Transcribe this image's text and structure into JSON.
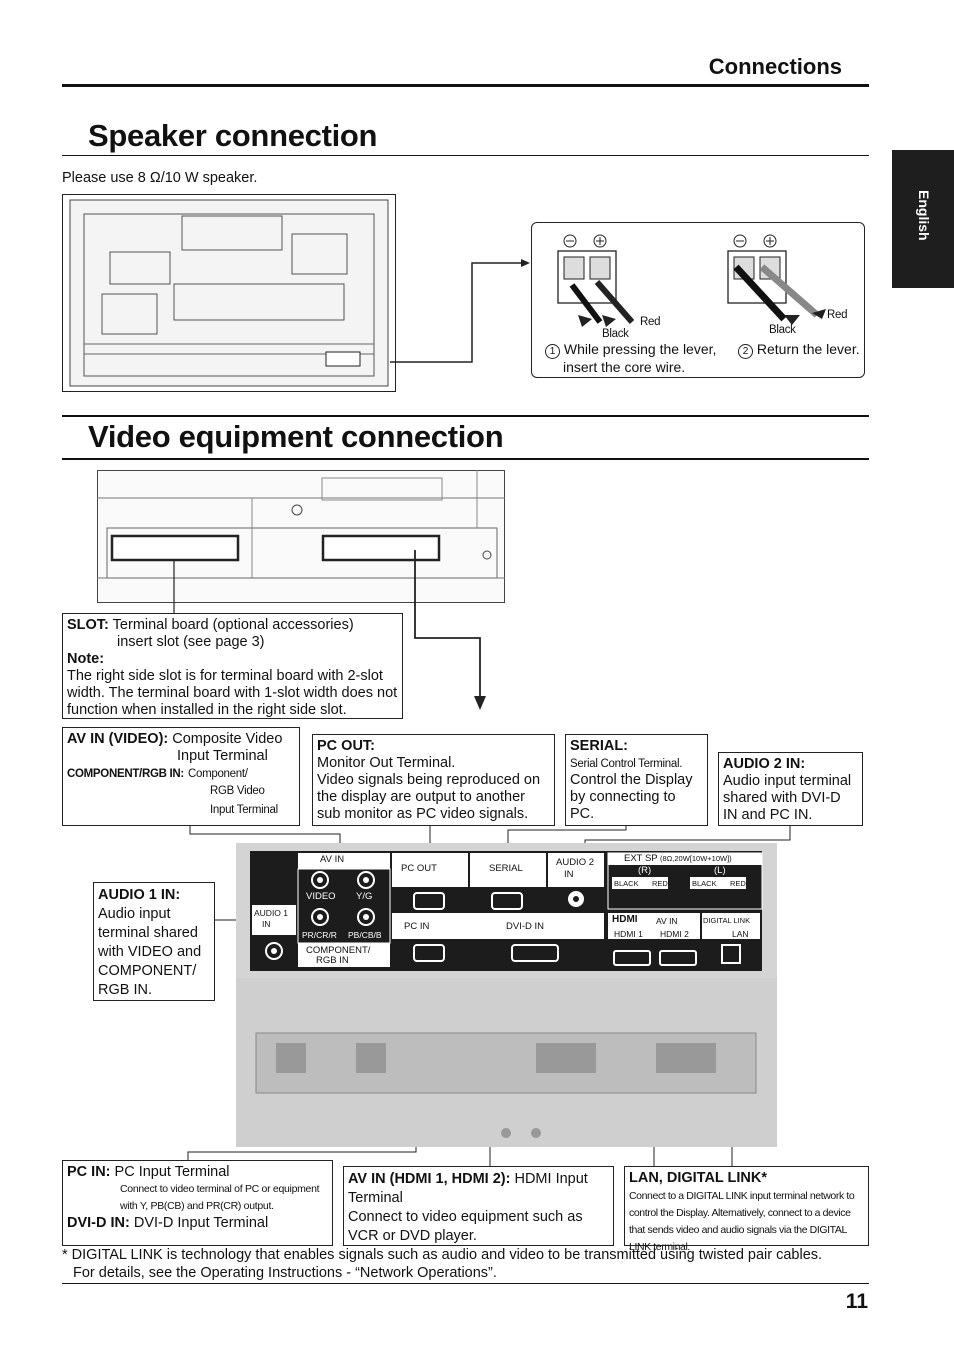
{
  "header": {
    "section": "Connections",
    "page_number": "11",
    "language_tab": "English"
  },
  "speaker": {
    "title": "Speaker connection",
    "note": "Please use 8 Ω/10 W speaker.",
    "red": "Red",
    "black": "Black",
    "step1_num": "1",
    "step1_line1": "While pressing the lever,",
    "step1_line2": "insert the core wire.",
    "step2_num": "2",
    "step2_text": "Return the lever."
  },
  "video": {
    "title": "Video equipment connection",
    "slot": {
      "label": "SLOT:",
      "line1": "Terminal board (optional accessories)",
      "line2": "insert slot (see page 3)",
      "note_label": "Note:",
      "note": "The right side slot is for terminal board with 2-slot width. The terminal board with 1-slot width does not function when installed in the right side slot."
    },
    "av_in": {
      "label": "AV IN (VIDEO):",
      "line1": "Composite Video",
      "line2": "Input Terminal",
      "comp_label": "COMPONENT/RGB IN:",
      "comp1": "Component/",
      "comp2": "RGB Video",
      "comp3": "Input Terminal"
    },
    "pc_out": {
      "label": "PC OUT:",
      "line1": "Monitor Out Terminal.",
      "line2": "Video signals being reproduced on the display are output to another sub monitor as PC video signals."
    },
    "serial": {
      "label": "SERIAL:",
      "line1": "Serial Control Terminal.",
      "line2": "Control the Display by connecting to PC."
    },
    "audio2": {
      "label": "AUDIO 2 IN:",
      "text": "Audio input terminal shared with DVI-D IN and PC IN."
    },
    "audio1": {
      "label": "AUDIO 1 IN:",
      "text": "Audio input terminal shared with VIDEO and COMPONENT/ RGB IN."
    },
    "pc_in": {
      "label": "PC IN:",
      "line1": "PC Input Terminal",
      "line2": "Connect to video terminal of PC or equipment",
      "line3": "with Y, PB(CB) and PR(CR) output.",
      "dvi_label": "DVI-D IN:",
      "dvi_text": "DVI-D Input Terminal"
    },
    "hdmi": {
      "label": "AV IN (HDMI 1, HDMI 2):",
      "line1": "HDMI Input",
      "line2": "Terminal",
      "line3": "Connect to video equipment such as VCR or DVD player."
    },
    "lan": {
      "label": "LAN, DIGITAL LINK*",
      "text": "Connect to a DIGITAL LINK input terminal network to control the Display. Alternatively, connect to a device that sends video and audio signals via the DIGITAL LINK terminal."
    },
    "panel": {
      "av_in": "AV IN",
      "video": "VIDEO",
      "yg": "Y/G",
      "pr": "PR/CR/R",
      "pb": "PB/CB/B",
      "component": "COMPONENT/",
      "rgb_in": "RGB IN",
      "audio1_a": "AUDIO 1",
      "audio1_b": "IN",
      "pc_out": "PC OUT",
      "serial": "SERIAL",
      "audio2_a": "AUDIO 2",
      "audio2_b": "IN",
      "pc_in": "PC IN",
      "dvi_in": "DVI-D IN",
      "ext_sp": "EXT SP",
      "ext_spec": "(8Ω,20W[10W+10W])",
      "r": "(R)",
      "l": "(L)",
      "black": "BLACK",
      "red": "RED",
      "hdmi_logo": "HDMI",
      "hdmi_av_in": "AV IN",
      "hdmi1": "HDMI 1",
      "hdmi2": "HDMI 2",
      "digital_link": "DIGITAL LINK",
      "lan": "LAN"
    }
  },
  "footnote": {
    "line1": "* DIGITAL LINK is technology that enables signals such as audio and video to be transmitted using twisted pair cables.",
    "line2": "For details, see the Operating Instructions - “Network Operations”."
  }
}
